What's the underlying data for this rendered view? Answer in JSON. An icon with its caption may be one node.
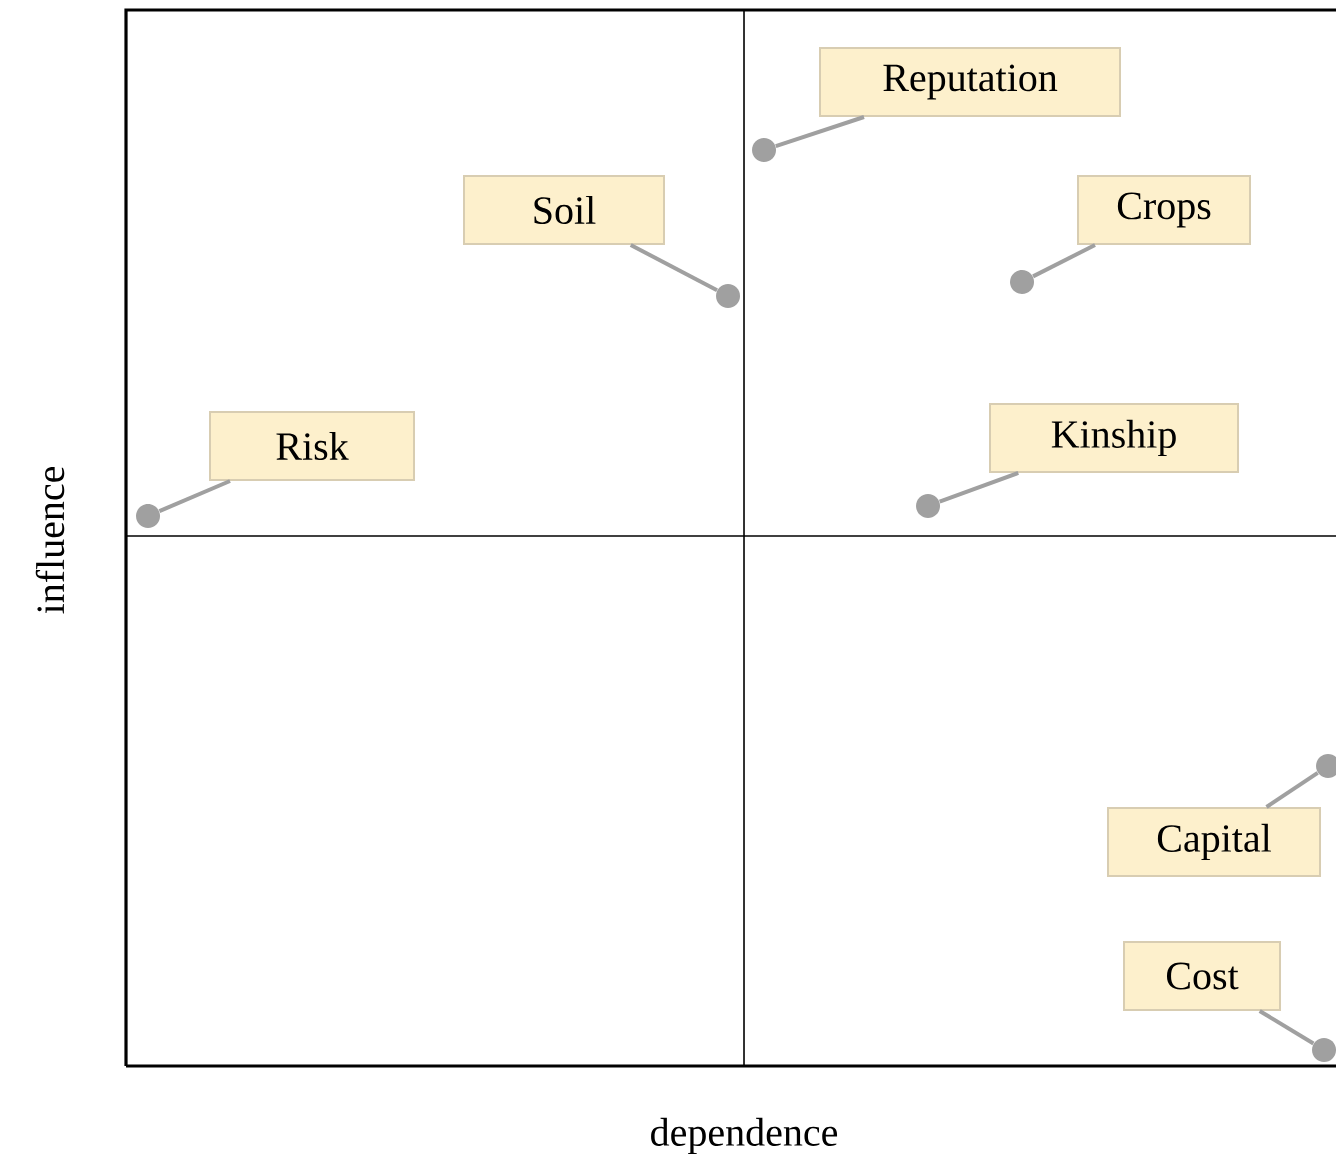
{
  "diagram": {
    "nodes": [
      {
        "text": [
          "Reputation"
        ]
      },
      {
        "text": [
          "Soil"
        ]
      },
      {
        "text": [
          "Crops"
        ]
      },
      {
        "text": [
          "Risk"
        ]
      },
      {
        "text": [
          "Kinship"
        ]
      },
      {
        "text": [
          "Capital"
        ]
      },
      {
        "text": [
          "Cost"
        ]
      },
      {
        "text": [],
        "shape": "circle"
      },
      {
        "text": [],
        "shape": "circle"
      },
      {
        "text": [],
        "shape": "circle"
      },
      {
        "text": [],
        "shape": "circle"
      },
      {
        "text": [],
        "shape": "circle"
      },
      {
        "text": [],
        "shape": "circle"
      },
      {
        "text": [],
        "shape": "circle"
      }
    ],
    "edges": [
      {
        "from": 0,
        "to": 7,
        "arrow": "none"
      },
      {
        "from": 1,
        "to": 8,
        "arrow": "none"
      },
      {
        "from": 2,
        "to": 9,
        "arrow": "none"
      },
      {
        "from": 3,
        "to": 10,
        "arrow": "none"
      },
      {
        "from": 4,
        "to": 11,
        "arrow": "none"
      },
      {
        "from": 5,
        "to": 12,
        "arrow": "none"
      },
      {
        "from": 6,
        "to": 13,
        "arrow": "none"
      }
    ],
    "labels": [
      "influence",
      "dependence"
    ]
  }
}
